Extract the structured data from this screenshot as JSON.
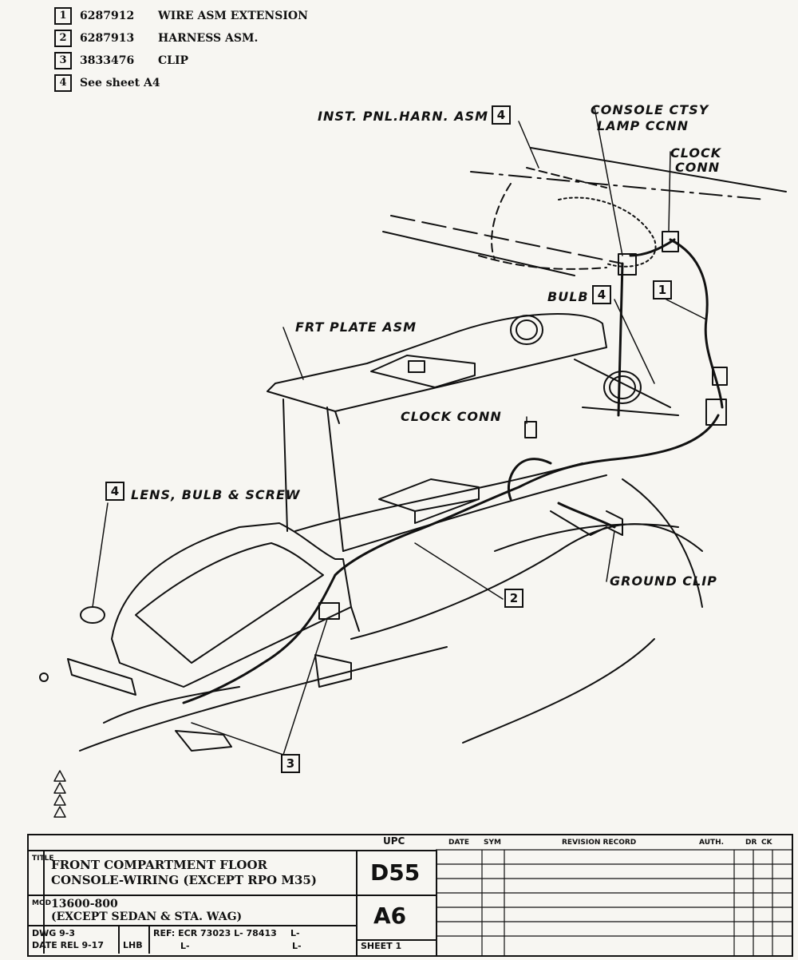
{
  "parts_list": [
    {
      "ref": "1",
      "number": "6287912",
      "description": "WIRE ASM EXTENSION"
    },
    {
      "ref": "2",
      "number": "6287913",
      "description": "HARNESS ASM."
    },
    {
      "ref": "3",
      "number": "3833476",
      "description": "CLIP"
    },
    {
      "ref": "4",
      "number": "",
      "description": "See sheet A4"
    }
  ],
  "labels": {
    "inst_pnl": "INST. PNL.HARN. ASM",
    "console_ctsy_1": "CONSOLE CTSY",
    "console_ctsy_2": "LAMP CCNN",
    "clock_conn_top_1": "CLOCK",
    "clock_conn_top_2": "CONN",
    "bulb": "BULB",
    "frt_plate": "FRT PLATE ASM",
    "clock_conn": "CLOCK CONN",
    "lens": "LENS, BULB & SCREW",
    "ground_clip": "GROUND CLIP"
  },
  "callouts": {
    "one": "1",
    "two": "2",
    "three": "3",
    "four": "4"
  },
  "title_block": {
    "upc_label": "UPC",
    "title_line1": "FRONT COMPARTMENT FLOOR",
    "title_line2": "CONSOLE-WIRING (EXCEPT RPO M35)",
    "title_side": "TITLE",
    "mod_side": "MOD",
    "mod_line1": "13600-800",
    "mod_line2": "(EXCEPT SEDAN & STA. WAG)",
    "upc_code": "D55",
    "sheet_code": "A6",
    "dwg": "DWG 9-3",
    "date": "DATE REL 9-17",
    "initials": "LHB",
    "ref": "REF: ECR 73023 L- 78413",
    "l1": "L-",
    "l2": "L-",
    "l3": "L-",
    "sheet": "SHEET 1",
    "rev_date": "DATE",
    "rev_sym": "SYM",
    "rev_record": "REVISION RECORD",
    "rev_auth": "AUTH.",
    "rev_dr": "DR",
    "rev_ck": "CK"
  }
}
